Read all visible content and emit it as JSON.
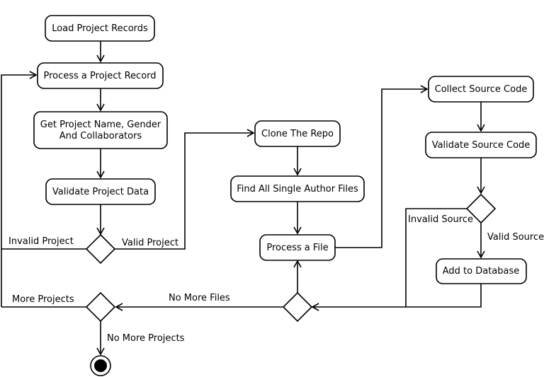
{
  "nodes": {
    "load_records": "Load Project Records",
    "process_record": "Process a Project Record",
    "get_name_line1": "Get Project Name, Gender",
    "get_name_line2": "And Collaborators",
    "validate_project": "Validate Project Data",
    "clone_repo": "Clone The Repo",
    "find_files": "Find All Single Author Files",
    "process_file": "Process a File",
    "collect_source": "Collect Source Code",
    "validate_source": "Validate Source Code",
    "add_db": "Add to Database"
  },
  "edge_labels": {
    "invalid_project": "Invalid Project",
    "valid_project": "Valid Project",
    "invalid_source": "Invalid Source",
    "valid_source": "Valid Source",
    "no_more_files": "No More Files",
    "more_projects": "More Projects",
    "no_more_projects": "No More Projects"
  }
}
